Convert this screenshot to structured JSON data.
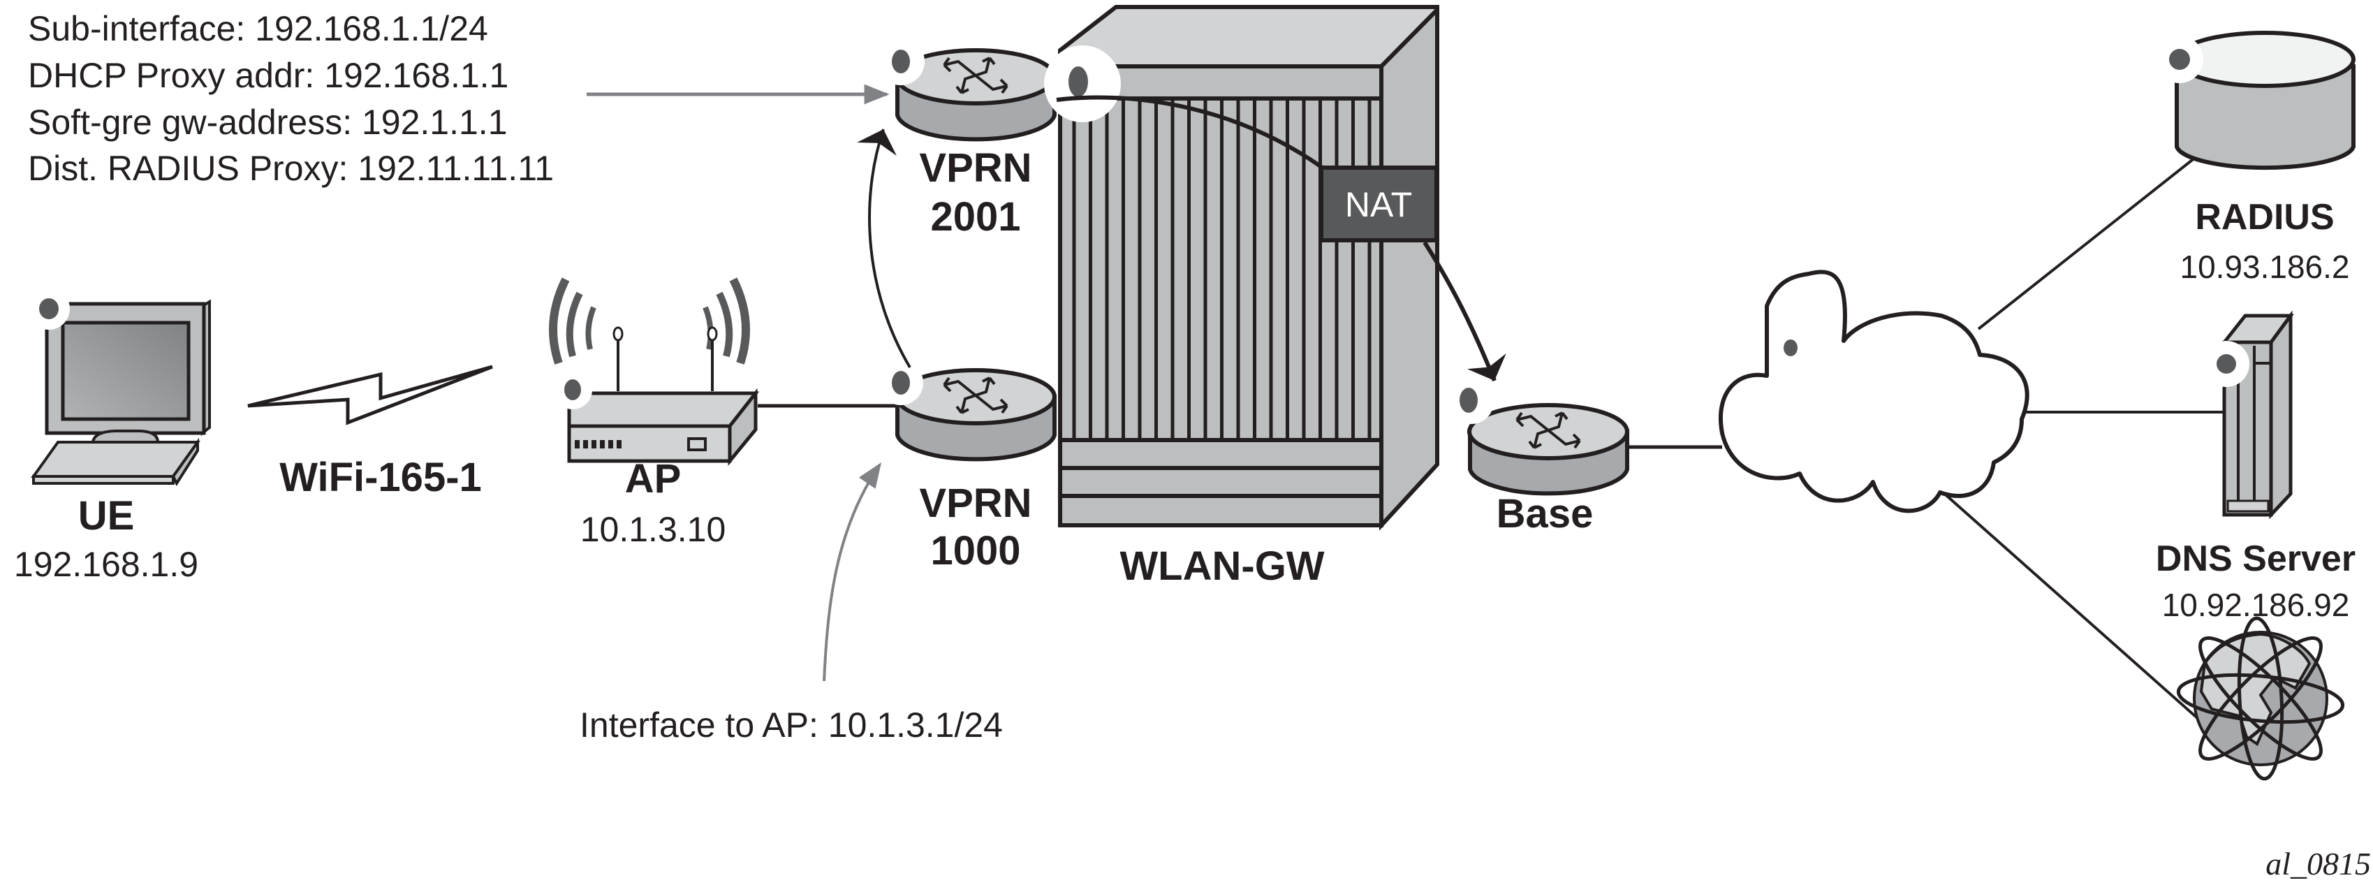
{
  "figure_id": "al_0815",
  "vprn2001_info": {
    "lines": [
      "Sub-interface: 192.168.1.1/24",
      "DHCP Proxy addr: 192.168.1.1",
      "Soft-gre gw-address: 192.1.1.1",
      "Dist. RADIUS Proxy: 192.11.11.11"
    ]
  },
  "vprn1000_info": {
    "text": "Interface to AP: 10.1.3.1/24"
  },
  "nodes": {
    "ue": {
      "label": "UE",
      "address": "192.168.1.9",
      "icon": "desktop-computer-icon"
    },
    "wifi": {
      "label": "WiFi-165-1",
      "icon": "wireless-link-icon"
    },
    "ap": {
      "label": "AP",
      "address": "10.1.3.10",
      "icon": "wireless-access-point-icon"
    },
    "vprn2001": {
      "label_line1": "VPRN",
      "label_line2": "2001",
      "icon": "router-icon"
    },
    "vprn1000": {
      "label_line1": "VPRN",
      "label_line2": "1000",
      "icon": "router-icon"
    },
    "wlan_gw": {
      "label": "WLAN-GW",
      "icon": "chassis-icon"
    },
    "nat": {
      "label": "NAT"
    },
    "base": {
      "label": "Base",
      "icon": "router-icon"
    },
    "cloud": {
      "icon": "network-cloud-icon"
    },
    "radius": {
      "label": "RADIUS",
      "address": "10.93.186.2",
      "icon": "database-icon"
    },
    "dns": {
      "label": "DNS Server",
      "address": "10.92.186.92",
      "icon": "server-tower-icon"
    },
    "internet": {
      "icon": "globe-icon"
    }
  },
  "colors": {
    "ink": "#231f20",
    "light_gray": "#d1d3d4",
    "mid_gray": "#bcbec0",
    "dark_gray": "#a7a9ac",
    "nat_fill": "#58595b",
    "dot": "#58595b",
    "callout_arrow": "#808285"
  }
}
